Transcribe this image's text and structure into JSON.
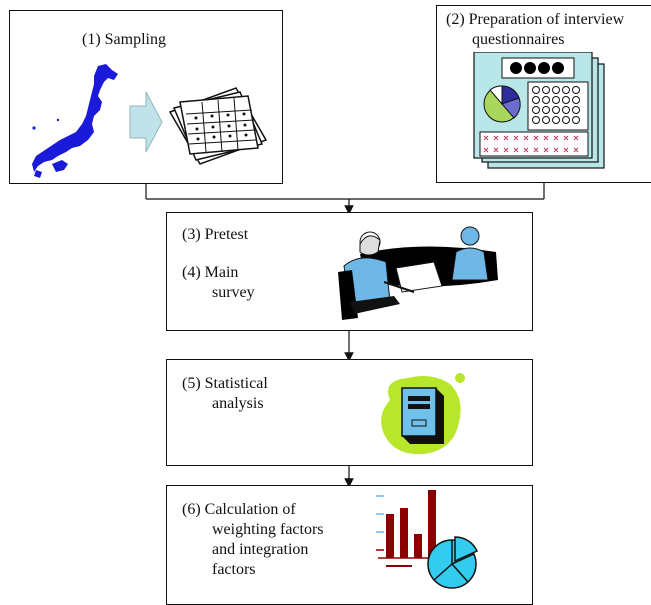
{
  "steps": [
    {
      "id": 1,
      "label": "(1) Sampling"
    },
    {
      "id": 2,
      "label_line1": "(2) Preparation of interview",
      "label_line2": "questionnaires"
    },
    {
      "id": 3,
      "label": "(3) Pretest"
    },
    {
      "id": 4,
      "label_line1": "(4) Main",
      "label_line2": "survey"
    },
    {
      "id": 5,
      "label_line1": "(5) Statistical",
      "label_line2": "analysis"
    },
    {
      "id": 6,
      "label_line1": "(6) Calculation of",
      "label_line2": "weighting factors",
      "label_line3": "and integration",
      "label_line4": "factors"
    }
  ],
  "colors": {
    "border": "#111111",
    "map_blue": "#1a1ad8",
    "arrow_fill": "#bfe3e8",
    "sheet_teal": "#b9e6e8",
    "pie_green": "#a9d65c",
    "pie_blue": "#2c2c9c",
    "chart_red": "#8b0000",
    "chart_cyan": "#33ccee",
    "computer_green": "#b7e62b",
    "computer_blue": "#6fc0ea",
    "table_black": "#000000",
    "person_blue": "#6fb7e6"
  },
  "icons": [
    "japan-map",
    "sampling-arrow",
    "survey-sheets",
    "questionnaire-sheets",
    "interview-people",
    "computer-tower",
    "bar-pie-chart"
  ]
}
